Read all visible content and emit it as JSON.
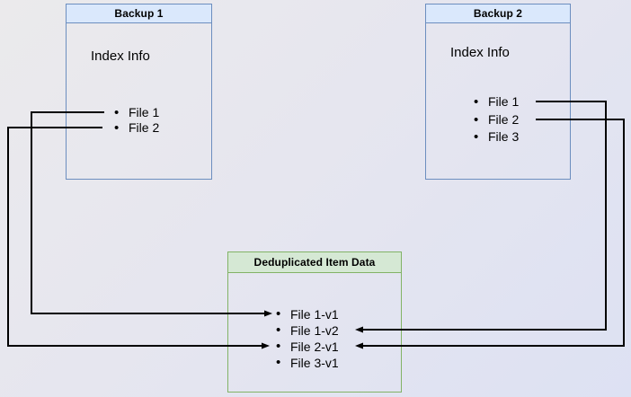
{
  "diagram": {
    "backup1": {
      "title": "Backup 1",
      "subtitle": "Index Info",
      "items": [
        "File 1",
        "File 2"
      ]
    },
    "backup2": {
      "title": "Backup 2",
      "subtitle": "Index Info",
      "items": [
        "File 1",
        "File 2",
        "File 3"
      ]
    },
    "dedup": {
      "title": "Deduplicated Item Data",
      "items": [
        "File 1-v1",
        "File 1-v2",
        "File 2-v1",
        "File 3-v1"
      ]
    },
    "connections": [
      {
        "from": "Backup 1 / File 1",
        "to": "Deduplicated Item Data / File 1-v1"
      },
      {
        "from": "Backup 1 / File 2",
        "to": "Deduplicated Item Data / File 2-v1"
      },
      {
        "from": "Backup 2 / File 1",
        "to": "Deduplicated Item Data / File 1-v2"
      },
      {
        "from": "Backup 2 / File 2",
        "to": "Deduplicated Item Data / File 2-v1"
      }
    ],
    "colors": {
      "box_blue_fill": "#dae8fc",
      "box_blue_border": "#6c8ebf",
      "box_green_fill": "#d5e8d4",
      "box_green_border": "#82b366",
      "connector": "#000000",
      "background_top": "#ebeaec",
      "background_bottom": "#dde1f3"
    }
  }
}
